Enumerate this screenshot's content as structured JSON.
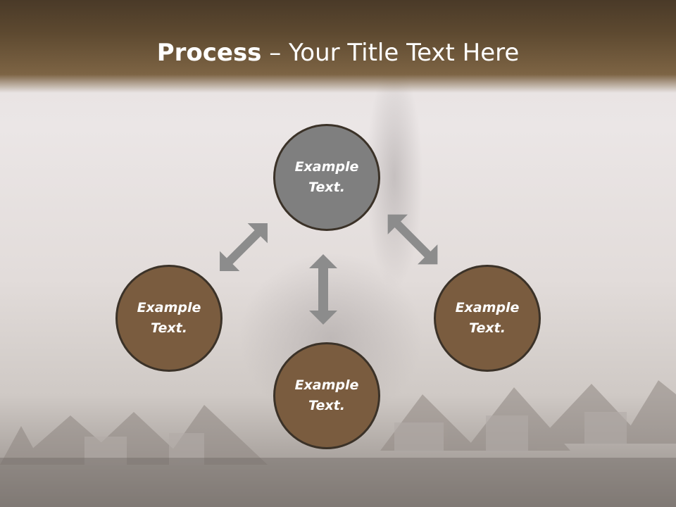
{
  "title": {
    "bold": "Process",
    "rest": " – Your Title Text Here"
  },
  "nodes": {
    "top": {
      "line1": "Example",
      "line2": "Text."
    },
    "left": {
      "line1": "Example",
      "line2": "Text."
    },
    "right": {
      "line1": "Example",
      "line2": "Text."
    },
    "bottom": {
      "line1": "Example",
      "line2": "Text."
    }
  },
  "colors": {
    "title_bar": "#5d4930",
    "node_top": "#7f7f7f",
    "node_brown": "#7a5c3f",
    "arrow": "#8c8c8c"
  }
}
